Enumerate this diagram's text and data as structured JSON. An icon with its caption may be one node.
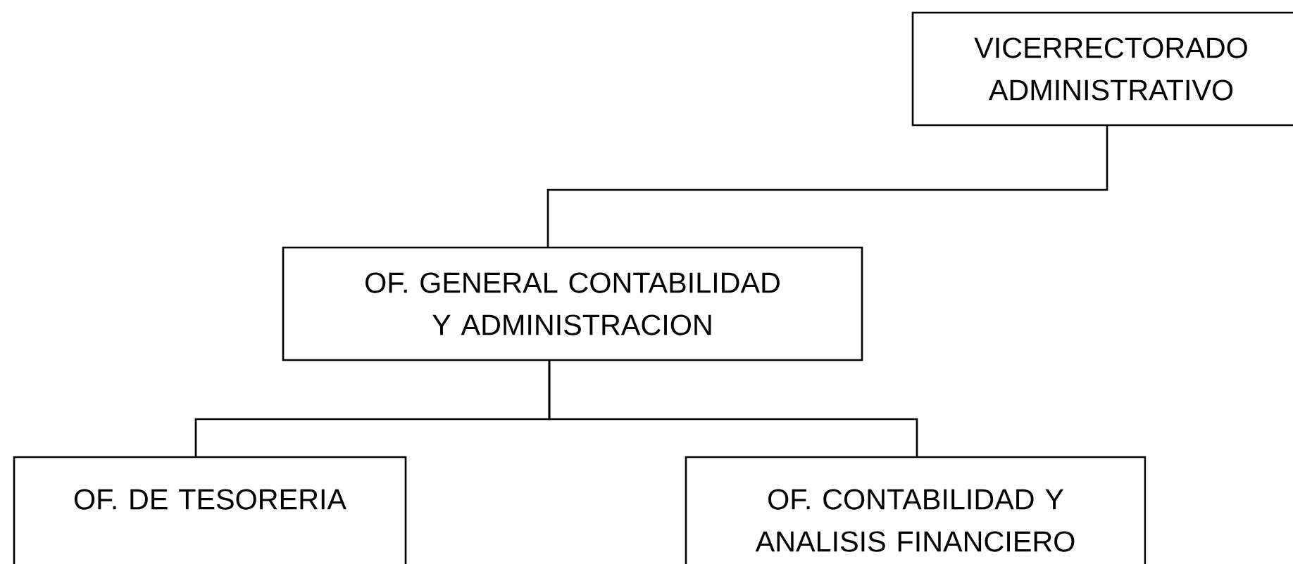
{
  "diagram": {
    "nodes": [
      {
        "text": [
          "VICERRECTORADO ADMINISTRATIVO"
        ]
      },
      {
        "text": [
          "OF. GENERAL CONTABILIDAD Y ADMINISTRACION"
        ]
      },
      {
        "text": [
          "OF. DE TESORERIA"
        ]
      },
      {
        "text": [
          "OF. CONTABILIDAD Y ANALISIS FINANCIERO"
        ]
      }
    ],
    "edges": [
      {
        "from": 0,
        "to": 1,
        "arrow": "none"
      },
      {
        "from": 1,
        "to": 2,
        "arrow": "none"
      },
      {
        "from": 1,
        "to": 3,
        "arrow": "none"
      }
    ]
  }
}
